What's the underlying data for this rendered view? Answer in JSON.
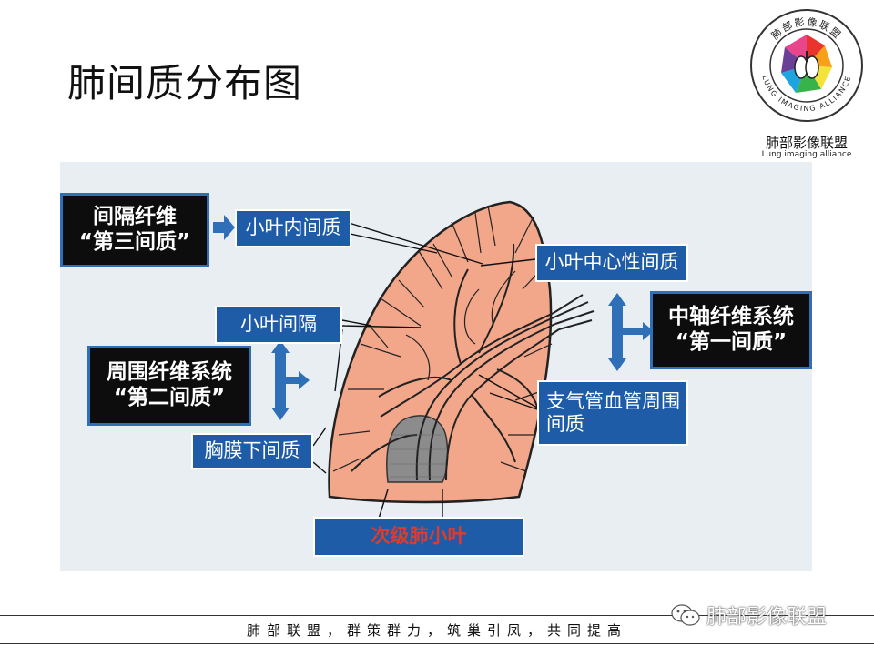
{
  "slide": {
    "title": "肺间质分布图",
    "footer": "肺部联盟，群策群力，筑巢引凤，共同提高"
  },
  "logo": {
    "ring_text": "肺部影像联盟",
    "ring_text_en": "LUNG IMAGING ALLIANCE",
    "name_cn": "肺部影像联盟",
    "name_en": "Lung imaging alliance"
  },
  "watermark": {
    "text": "肺部影像联盟",
    "icon": "wechat-icon"
  },
  "diagram": {
    "labels": {
      "intralobular": "小叶内间质",
      "interlobular_septum": "小叶间隔",
      "subpleural": "胸膜下间质",
      "centrilobular": "小叶中心性间质",
      "peribronchovascular_line1": "支气管血管周围",
      "peribronchovascular_line2": "间质",
      "secondary_lobule": "次级肺小叶"
    },
    "categories": {
      "septal_line1": "间隔纤维",
      "septal_line2": "“第三间质”",
      "peripheral_line1": "周围纤维系统",
      "peripheral_line2": "“第二间质”",
      "axial_line1": "中轴纤维系统",
      "axial_line2": "“第一间质”"
    },
    "colors": {
      "lobe_fill": "#f2a68a",
      "box_blue": "#1e5ca8",
      "box_black": "#0d0d0d",
      "arrow_blue": "#2f6fb8",
      "secondary_lobule_text": "#e23b2a",
      "panel_bg": "#e9eef3"
    }
  }
}
